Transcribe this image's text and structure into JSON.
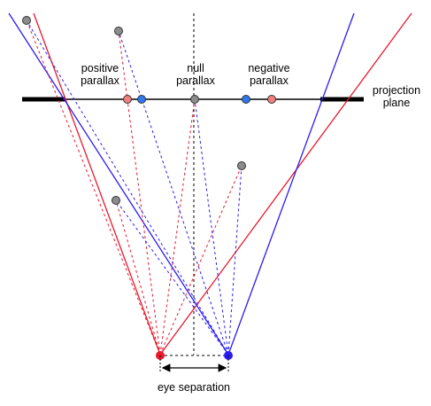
{
  "labels": {
    "positive_parallax": [
      "positive",
      "parallax"
    ],
    "null_parallax": [
      "null",
      "parallax"
    ],
    "negative_parallax": [
      "negative",
      "parallax"
    ],
    "projection_plane": [
      "projection",
      "plane"
    ],
    "eye_separation": "eye separation"
  },
  "colors": {
    "left_eye": "#e8192c",
    "right_eye": "#2a1cf0",
    "point_fill": "#8c8c8c",
    "point_stroke": "#333333",
    "red_point_fill": "#f08080",
    "blue_point_fill": "#2f78ee",
    "plane": "#000000"
  }
}
